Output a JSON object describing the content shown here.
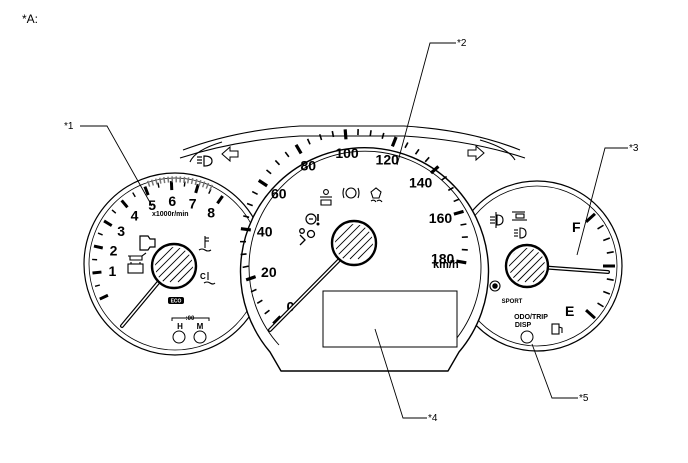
{
  "figure_label": "*A:",
  "callouts": {
    "c1": "*1",
    "c2": "*2",
    "c3": "*3",
    "c4": "*4",
    "c5": "*5"
  },
  "tachometer": {
    "numbers": [
      "1",
      "2",
      "3",
      "4",
      "5",
      "6",
      "7",
      "8"
    ],
    "unit": "x1000r/min",
    "eco": "ECO",
    "clock_label": "-:00-",
    "hour_button": "H",
    "minute_button": "M"
  },
  "speedometer": {
    "numbers": [
      "0",
      "20",
      "40",
      "60",
      "80",
      "100",
      "120",
      "140",
      "160",
      "180"
    ],
    "unit": "km/h"
  },
  "fuel_gauge": {
    "full": "F",
    "empty": "E",
    "sport": "SPORT",
    "odo_line1": "ODO/TRIP",
    "odo_line2": "DISP"
  },
  "icons": {
    "left_turn": "left-arrow",
    "right_turn": "right-arrow",
    "headlight": "headlight-indicator"
  }
}
